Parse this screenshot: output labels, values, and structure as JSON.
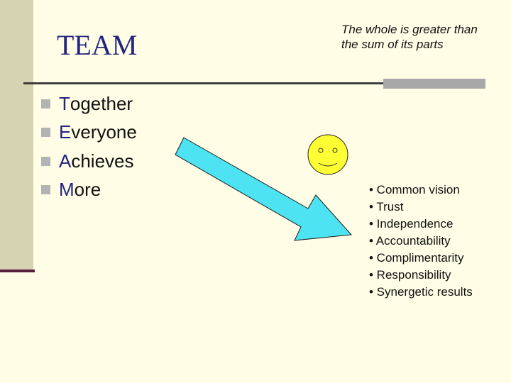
{
  "slide": {
    "title": "TEAM",
    "quote_line1": "The whole is greater than",
    "quote_line2": "the sum of its parts",
    "acronym": [
      {
        "initial": "T",
        "rest": "ogether"
      },
      {
        "initial": "E",
        "rest": "veryone"
      },
      {
        "initial": "A",
        "rest": "chieves"
      },
      {
        "initial": "M",
        "rest": "ore"
      }
    ],
    "qualities": [
      "• Common vision",
      "• Trust",
      "• Independence",
      "• Accountability",
      "• Complimentarity",
      "• Responsibility",
      "• Synergetic results"
    ]
  },
  "colors": {
    "background": "#fffde6",
    "side_band": "#d6d3b2",
    "title_text": "#22247f",
    "arrow_fill": "#4ee3f2",
    "smiley_fill": "#ffff33"
  }
}
